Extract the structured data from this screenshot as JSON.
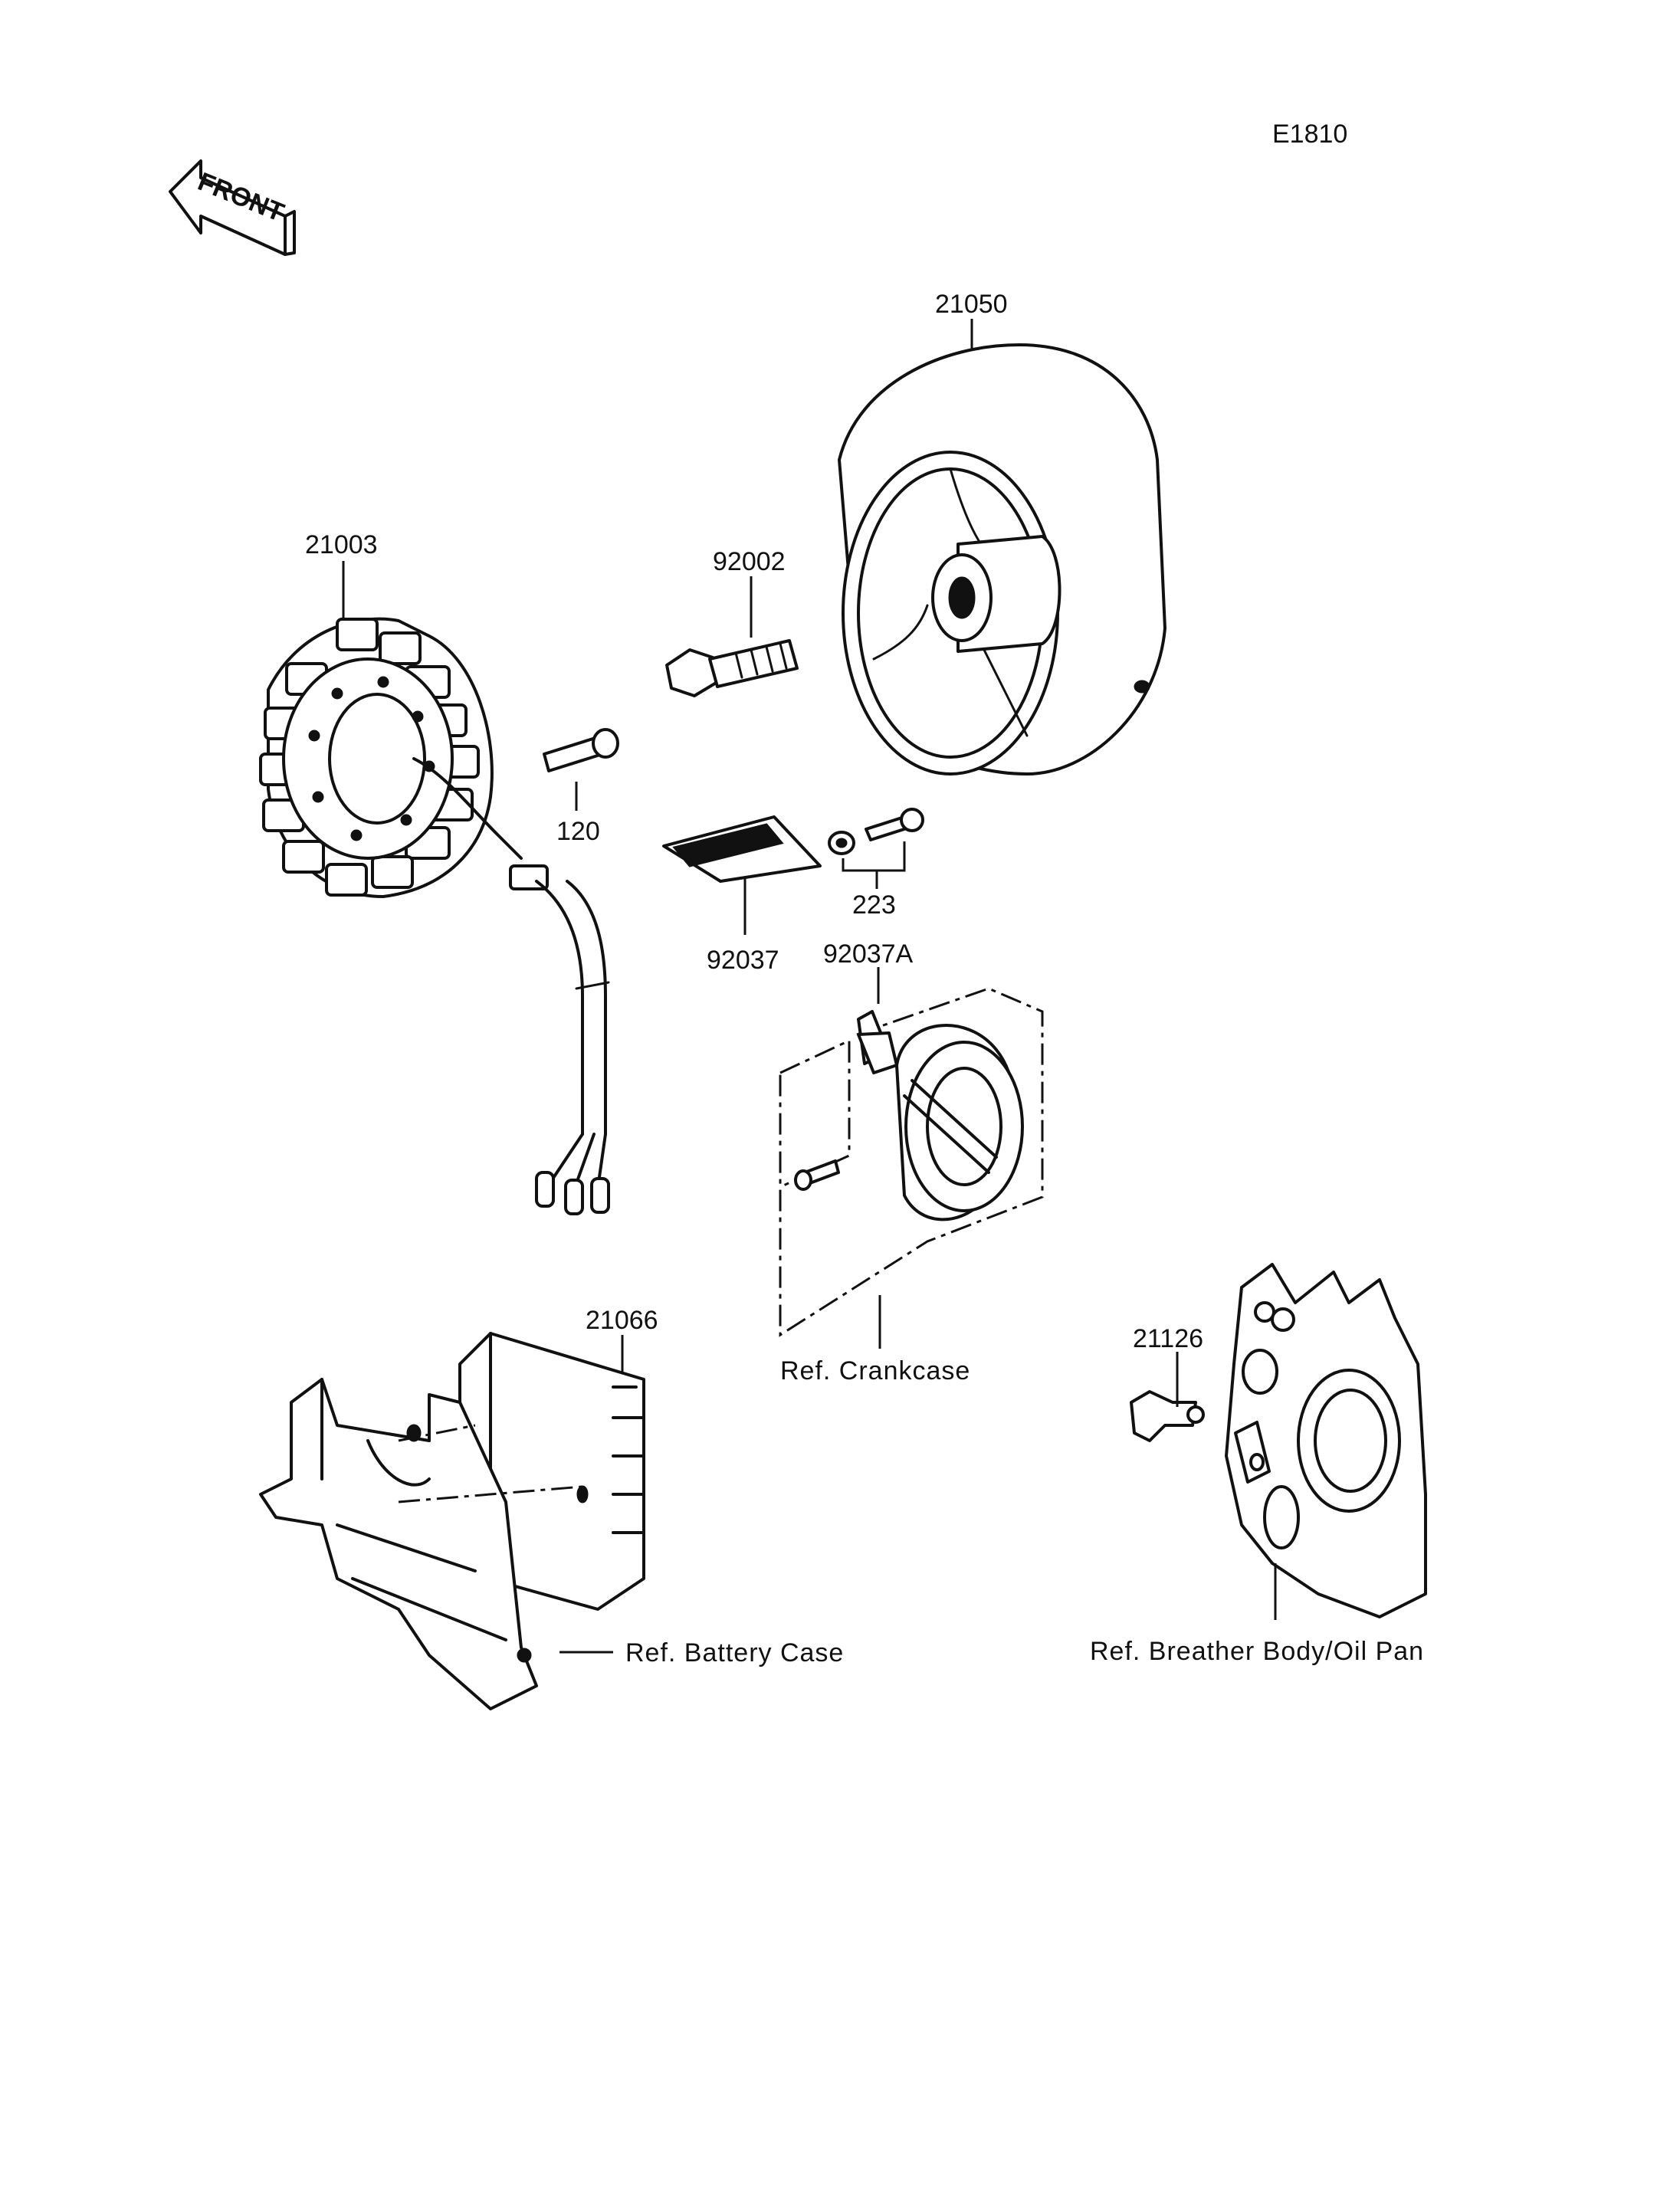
{
  "diagram_code": "E1810",
  "front_arrow_text": "FRONT",
  "parts": {
    "flywheel": "21050",
    "stator": "21003",
    "bolt_flywheel": "92002",
    "bolt_stator": "120",
    "plate": "92037",
    "screw_washer": "223",
    "clamp": "92037A",
    "regulator": "21066",
    "clamp_small": "21126"
  },
  "references": {
    "crankcase": "Ref. Crankcase",
    "battery_case": "Ref. Battery Case",
    "breather_oil_pan": "Ref. Breather Body/Oil Pan"
  }
}
